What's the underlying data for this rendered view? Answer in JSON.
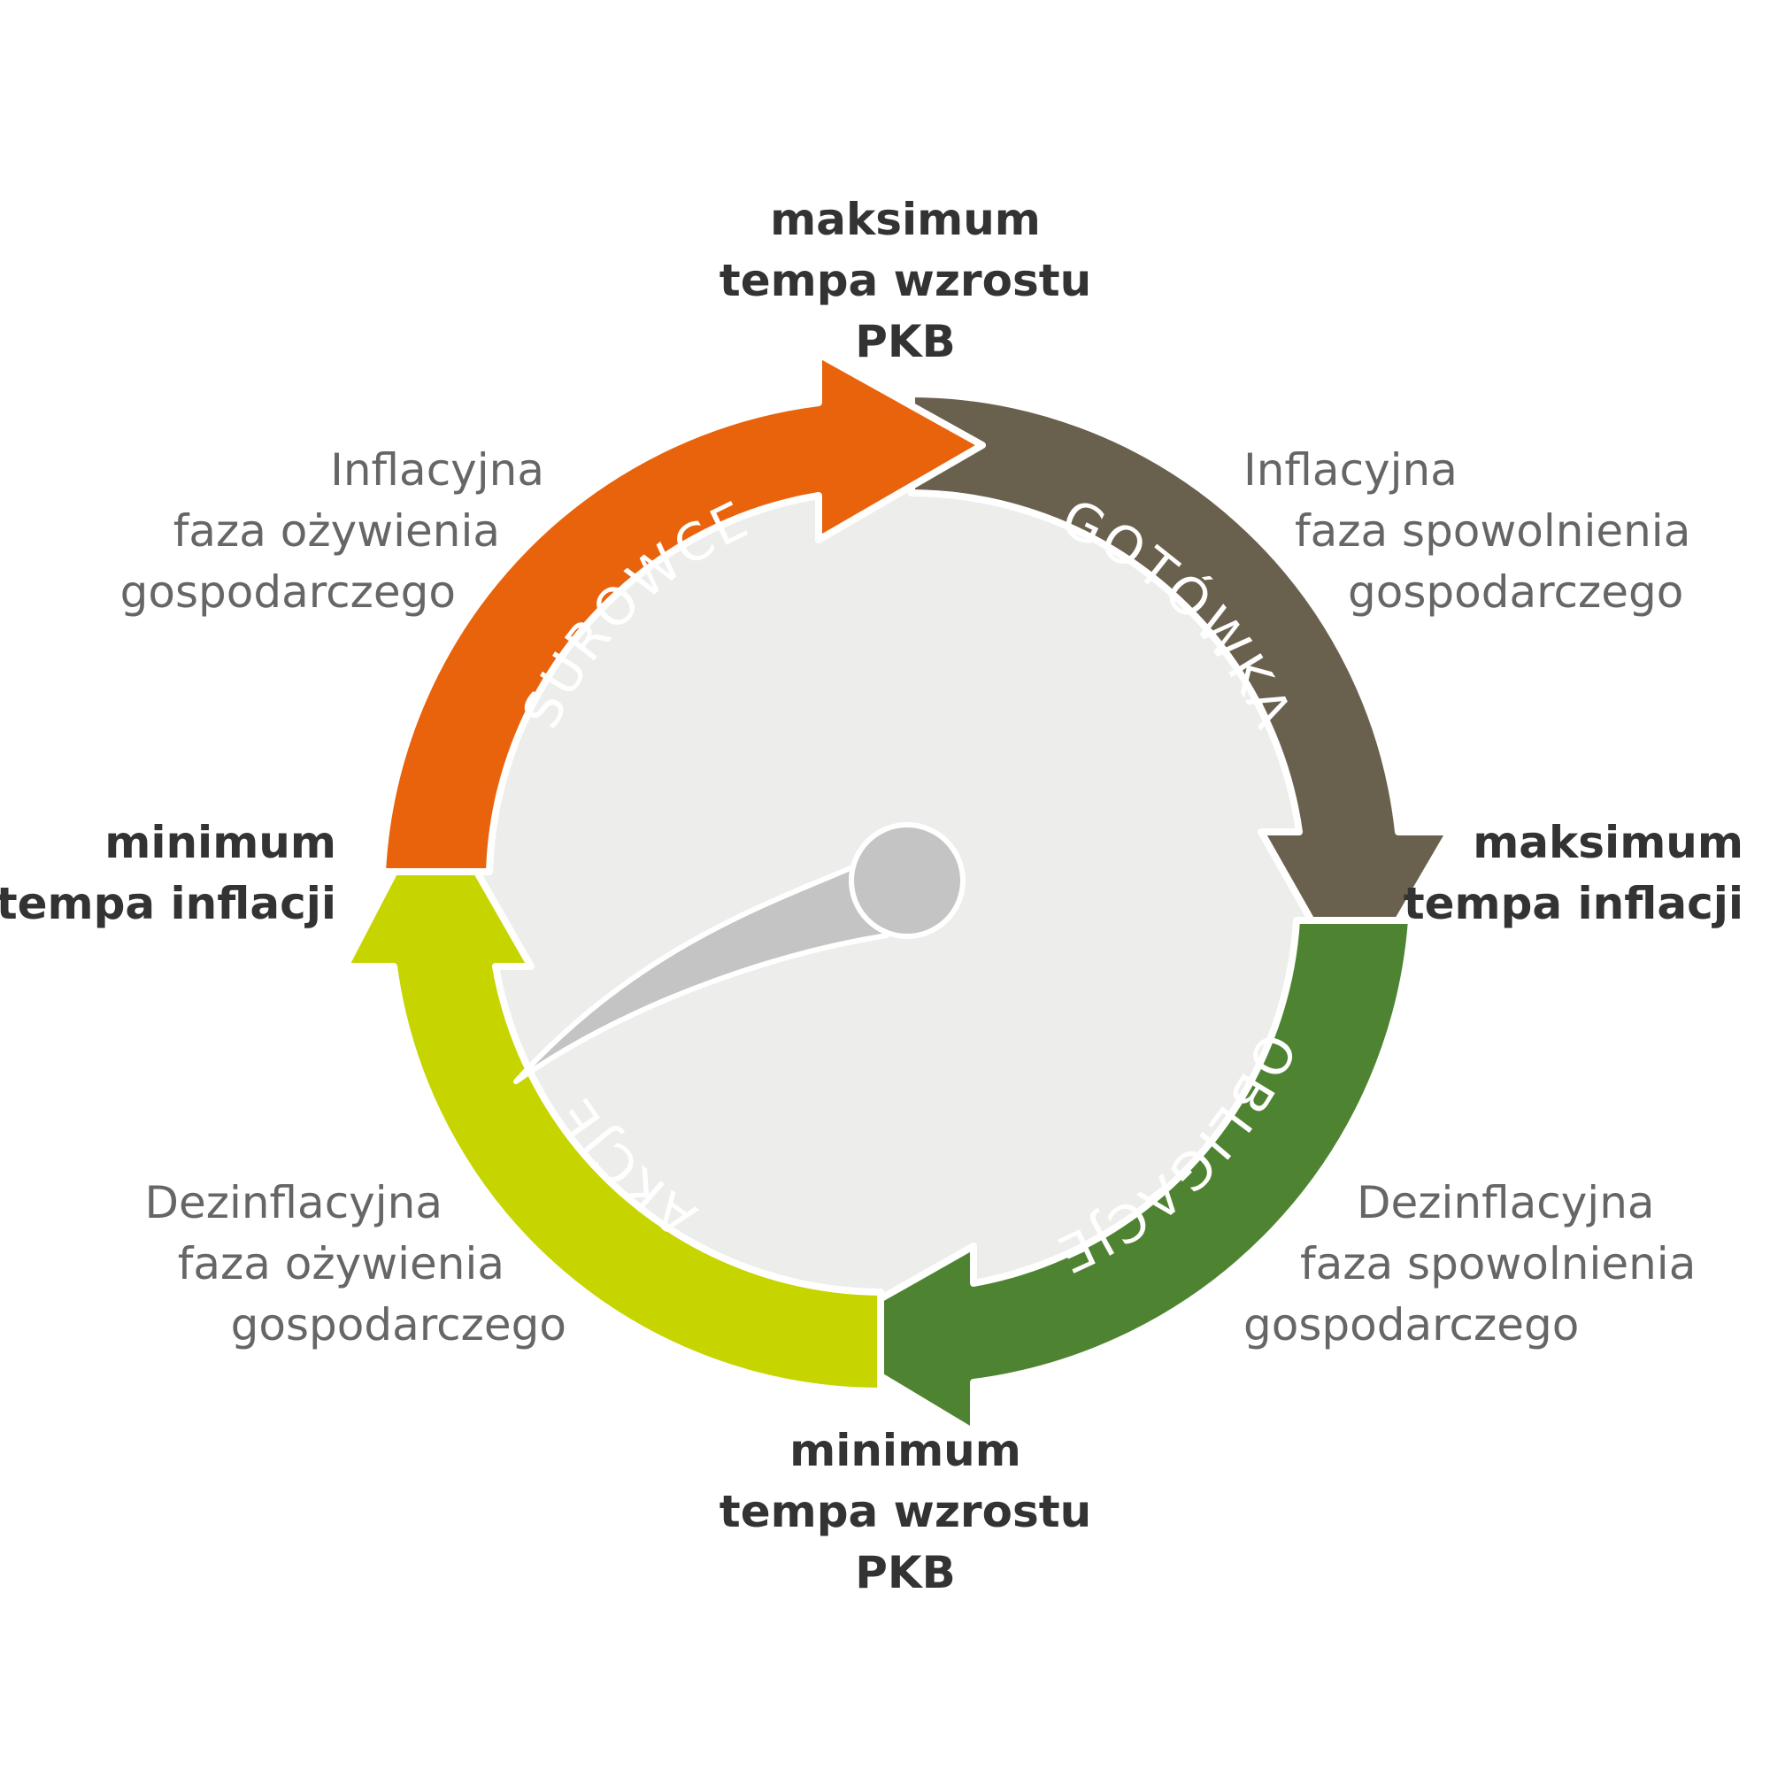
{
  "colors": {
    "surowce": "#E8630B",
    "gotowka": "#6A604E",
    "obligacje": "#4E8431",
    "akcje": "#C6D500",
    "disc": "#EDEDEB",
    "needle": "#C4C4C4"
  },
  "segments": {
    "surowce": "SUROWCE",
    "gotowka": "GOTÓWKA",
    "obligacje": "OBLIGACJE",
    "akcje": "AKCJE"
  },
  "extremes": {
    "top": [
      "maksimum",
      "tempa wzrostu",
      "PKB"
    ],
    "right": [
      "maksimum",
      "tempa inflacji"
    ],
    "bottom": [
      "minimum",
      "tempa wzrostu",
      "PKB"
    ],
    "left": [
      "minimum",
      "tempa inflacji"
    ]
  },
  "phases": {
    "top_left": [
      "Inflacyjna",
      "faza ożywienia",
      "gospodarczego"
    ],
    "top_right": [
      "Inflacyjna",
      "faza spowolnienia",
      "gospodarczego"
    ],
    "bottom_right": [
      "Dezinflacyjna",
      "faza spowolnienia",
      "gospodarczego"
    ],
    "bottom_left": [
      "Dezinflacyjna",
      "faza ożywienia",
      "gospodarczego"
    ]
  }
}
